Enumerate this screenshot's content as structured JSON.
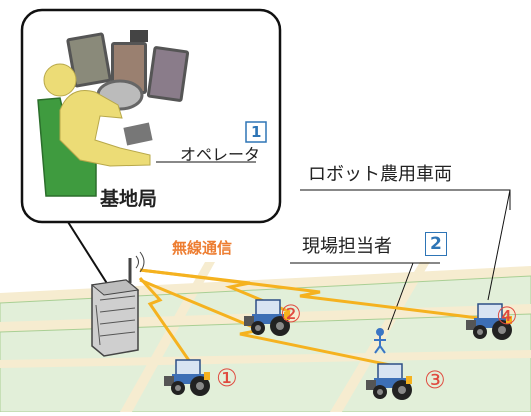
{
  "labels": {
    "base_station": "基地局",
    "operator": "オペレータ",
    "robot_vehicle": "ロボット農用車両",
    "wireless": "無線通信",
    "field_staff": "現場担当者"
  },
  "badges": {
    "operator": "1",
    "field_staff": "2"
  },
  "vehicles": [
    {
      "number": "①"
    },
    {
      "number": "②"
    },
    {
      "number": "③"
    },
    {
      "number": "④"
    }
  ],
  "colors": {
    "field_fill": "#e2efd9",
    "field_border": "#a9cf94",
    "road": "#f6ecd0",
    "wireless": "#f5b21f",
    "wireless_text": "#ed7d31",
    "vehicle_number": "#e04a3f",
    "badge": "#2e75b6",
    "tractor_body": "#3d6fb5",
    "seat": "#3f9b3f",
    "operator_figure": "#ecdc76"
  },
  "icons": [
    "operator-figure-icon",
    "monitor-icon",
    "server-icon",
    "antenna-icon",
    "tractor-icon",
    "person-icon"
  ]
}
